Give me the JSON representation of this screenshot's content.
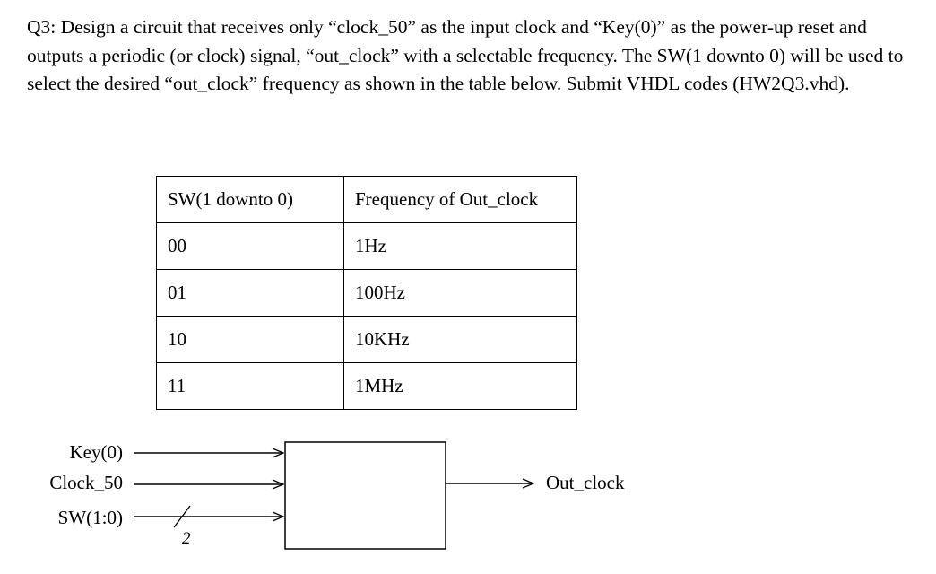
{
  "question": {
    "text": "Q3: Design a circuit that receives only “clock_50” as the input clock and “Key(0)” as the power-up reset and outputs a periodic (or clock) signal, “out_clock”  with a selectable frequency. The SW(1 downto 0) will be used to select the desired “out_clock” frequency as shown in the table below. Submit VHDL codes (HW2Q3.vhd)."
  },
  "table": {
    "headers": [
      "SW(1 downto 0)",
      "Frequency of Out_clock"
    ],
    "rows": [
      [
        "00",
        "1Hz"
      ],
      [
        "01",
        "100Hz"
      ],
      [
        "10",
        "10KHz"
      ],
      [
        "11",
        "1MHz"
      ]
    ]
  },
  "diagram": {
    "inputs": [
      "Key(0)",
      "Clock_50",
      "SW(1:0)"
    ],
    "bus_width": "2",
    "output": "Out_clock"
  }
}
